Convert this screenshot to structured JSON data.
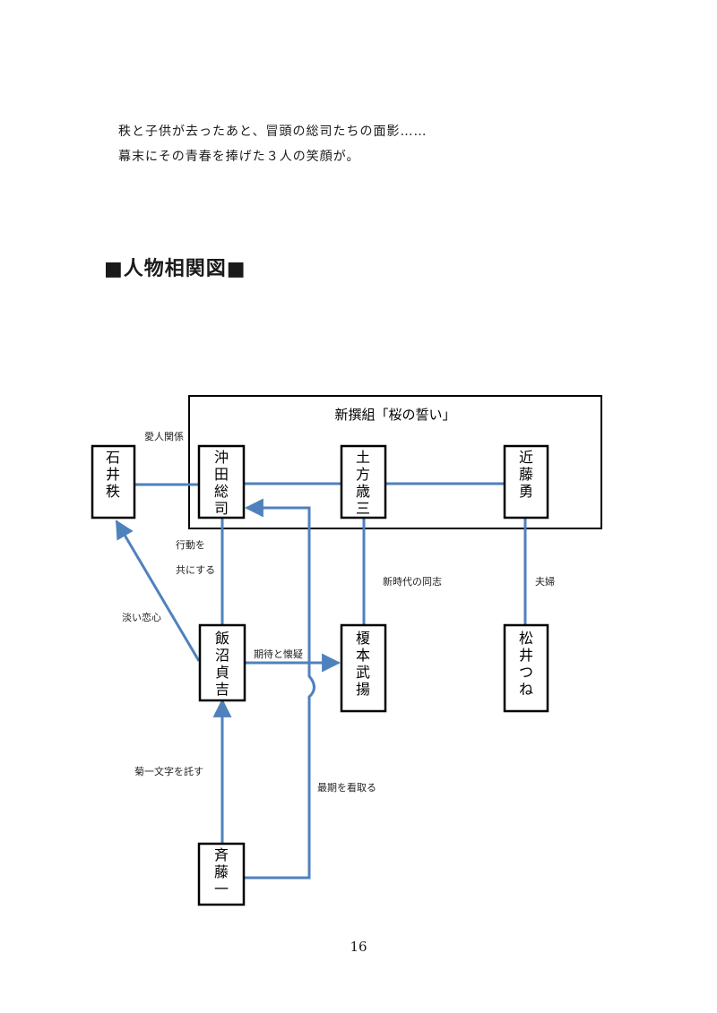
{
  "intro": {
    "line1": "秩と子供が去ったあと、冒頭の総司たちの面影……",
    "line2": "幕末にその青春を捧げた３人の笑顔が。"
  },
  "heading": "■人物相関図■",
  "group_title": "新撰組「桜の誓い」",
  "people": {
    "ishii": "石井秩",
    "okita": "沖田総司",
    "hijikata": "土方歳三",
    "kondo": "近藤勇",
    "iinuma": "飯沼貞吉",
    "enomoto": "榎本武揚",
    "matsui": "松井つね",
    "saito": "斉藤一"
  },
  "relations": {
    "ishii_okita": "愛人関係",
    "okita_iinuma_1": "行動を",
    "okita_iinuma_2": "共にする",
    "iinuma_ishii": "淡い恋心",
    "iinuma_enomoto": "期待と懐疑",
    "hijikata_enomoto": "新時代の同志",
    "kondo_matsui": "夫婦",
    "saito_iinuma": "菊一文字を託す",
    "saito_okita": "最期を看取る"
  },
  "colors": {
    "line": "#4f81bd",
    "box": "#000000"
  },
  "page_number": "16"
}
